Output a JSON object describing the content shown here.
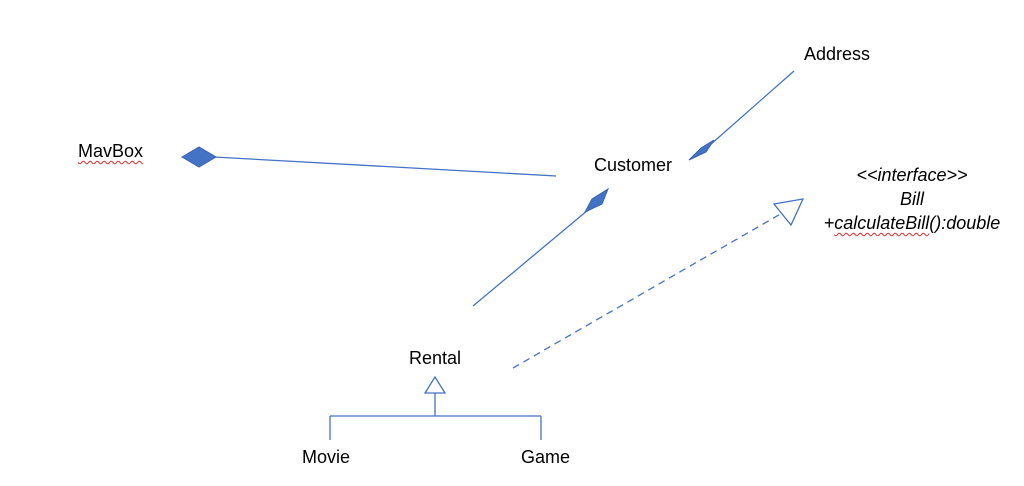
{
  "classes": {
    "mavbox": "MavBox",
    "customer": "Customer",
    "address": "Address",
    "rental": "Rental",
    "movie": "Movie",
    "game": "Game"
  },
  "interface": {
    "stereotype": "<<interface>>",
    "name": "Bill",
    "method_prefix": "+",
    "method_name": "calculateBill",
    "method_suffix": "():double"
  },
  "colors": {
    "line": "#4472c4",
    "diamond_fill": "#4472c4"
  }
}
